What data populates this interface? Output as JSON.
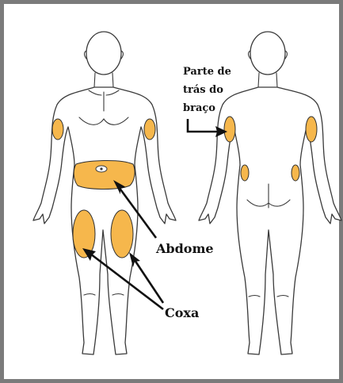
{
  "labels": {
    "back_arm_line1": "Parte de",
    "back_arm_line2": "trás do",
    "back_arm_line3": "braço",
    "abdomen": "Abdome",
    "thigh": "Coxa"
  },
  "colors": {
    "zone_fill": "#F6B74C",
    "frame_border": "#7B7B7B",
    "outline": "#3A3A3A"
  }
}
